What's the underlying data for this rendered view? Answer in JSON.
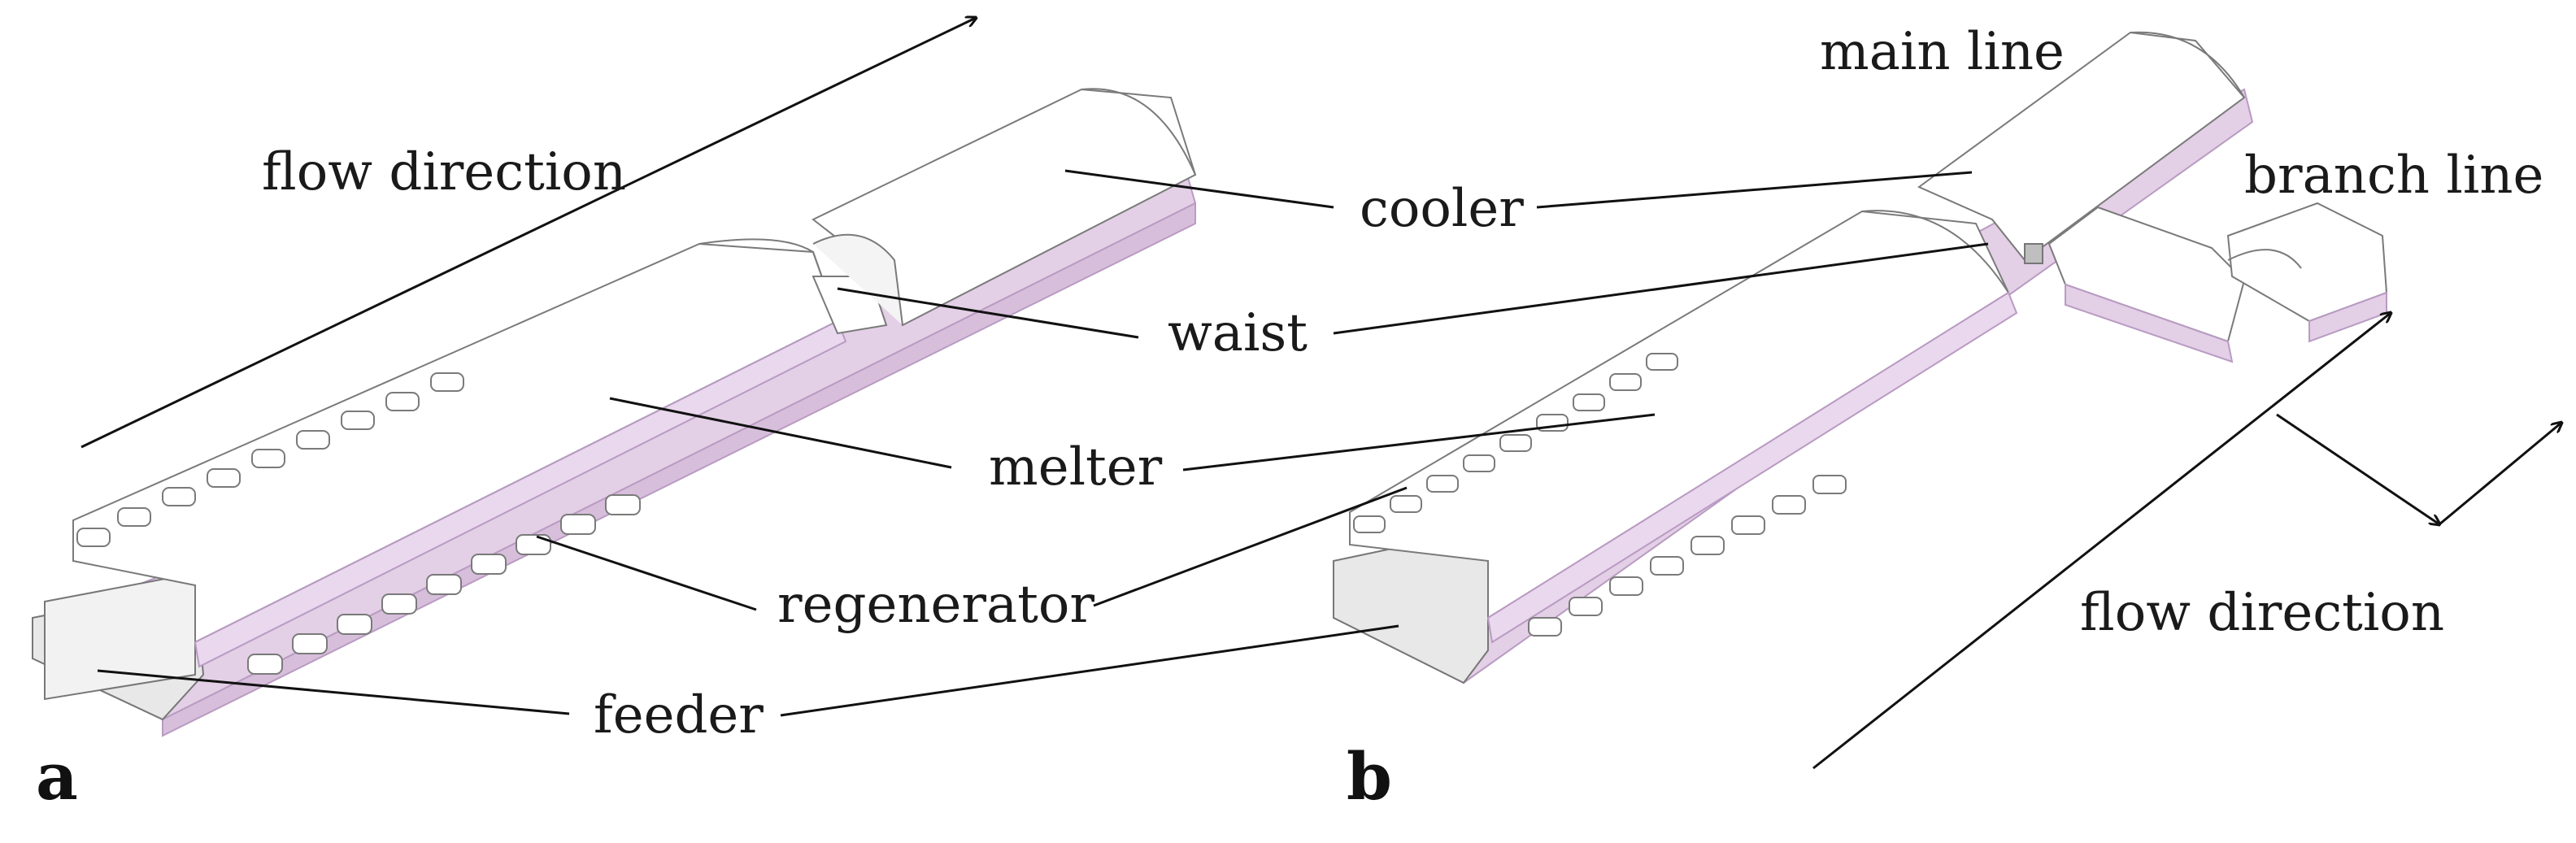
{
  "labels": {
    "flow_direction_a": "flow direction",
    "cooler": "cooler",
    "waist": "waist",
    "melter": "melter",
    "regenerator": "regenerator",
    "feeder": "feeder",
    "main_line": "main line",
    "branch_line": "branch line",
    "flow_direction_b": "flow direction"
  },
  "panels": {
    "a": "a",
    "b": "b"
  },
  "colors": {
    "line": "#111111",
    "body": "#ffffff",
    "edge": "#7a7a7a",
    "pink": "#e3cfe6",
    "pink_edge": "#b99bc2",
    "grey": "#e6e6e6"
  }
}
